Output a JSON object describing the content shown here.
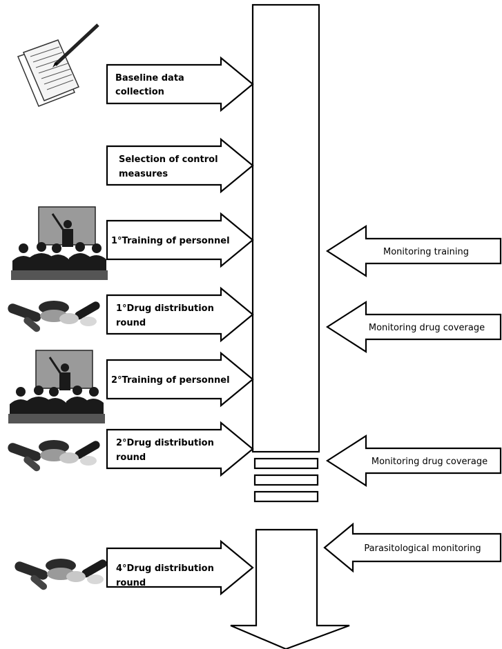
{
  "left_steps": [
    {
      "lines": [
        "Baseline data",
        "collection"
      ],
      "icon": "notepad-pen-icon"
    },
    {
      "lines": [
        "Selection of control",
        "measures"
      ],
      "icon": null
    },
    {
      "lines": [
        "1°Training of personnel"
      ],
      "icon": "training-audience-icon"
    },
    {
      "lines": [
        "1°Drug distribution",
        "round"
      ],
      "icon": "pills-icon"
    },
    {
      "lines": [
        "2°Training of personnel"
      ],
      "icon": "training-audience-icon"
    },
    {
      "lines": [
        "2°Drug distribution",
        "round"
      ],
      "icon": "pills-icon"
    },
    {
      "lines": [
        "4°Drug distribution",
        "round"
      ],
      "icon": "pills-icon"
    }
  ],
  "right_monitoring": [
    {
      "label": "Monitoring training"
    },
    {
      "label": "Monitoring drug coverage"
    },
    {
      "label": "Monitoring drug coverage"
    },
    {
      "label": "Parasitological monitoring"
    }
  ],
  "colors": {
    "line": "#000000",
    "fill": "#ffffff",
    "icon_dark": "#1a1a1a",
    "icon_grey": "#8a8a8a"
  }
}
